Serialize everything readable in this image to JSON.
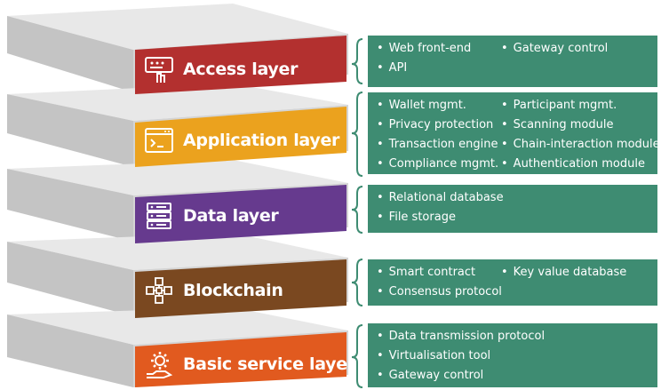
{
  "layers": [
    {
      "name": "Access layer",
      "icon": "remote-control-hand-icon",
      "color": "#b3302f",
      "items": [
        "Web front-end",
        "Gateway control",
        "API"
      ]
    },
    {
      "name": "Application layer",
      "icon": "browser-window-code-icon",
      "color": "#eba21e",
      "items": [
        "Wallet mgmt.",
        "Participant mgmt.",
        "Privacy protection",
        "Scanning module",
        "Transaction engine",
        "Chain-interaction module",
        "Compliance mgmt.",
        "Authentication module"
      ]
    },
    {
      "name": "Data layer",
      "icon": "server-stack-icon",
      "color": "#663a8e",
      "items": [
        "Relational database",
        "",
        "File storage",
        ""
      ]
    },
    {
      "name": "Blockchain",
      "icon": "network-cubes-icon",
      "color": "#7a4820",
      "items": [
        "Smart contract",
        "Key value database",
        "Consensus protocol",
        ""
      ]
    },
    {
      "name": "Basic service layer",
      "icon": "gear-hand-icon",
      "color": "#e15a1f",
      "items": [
        "Data transmission protocol",
        "",
        "Virtualisation tool",
        "",
        "Gateway control",
        ""
      ]
    }
  ],
  "colors": {
    "slab_top": "#e6e6e6",
    "slab_side": "#bdbdbd",
    "slab_front": "#d0d0d0",
    "panel": "#3e8c72"
  }
}
